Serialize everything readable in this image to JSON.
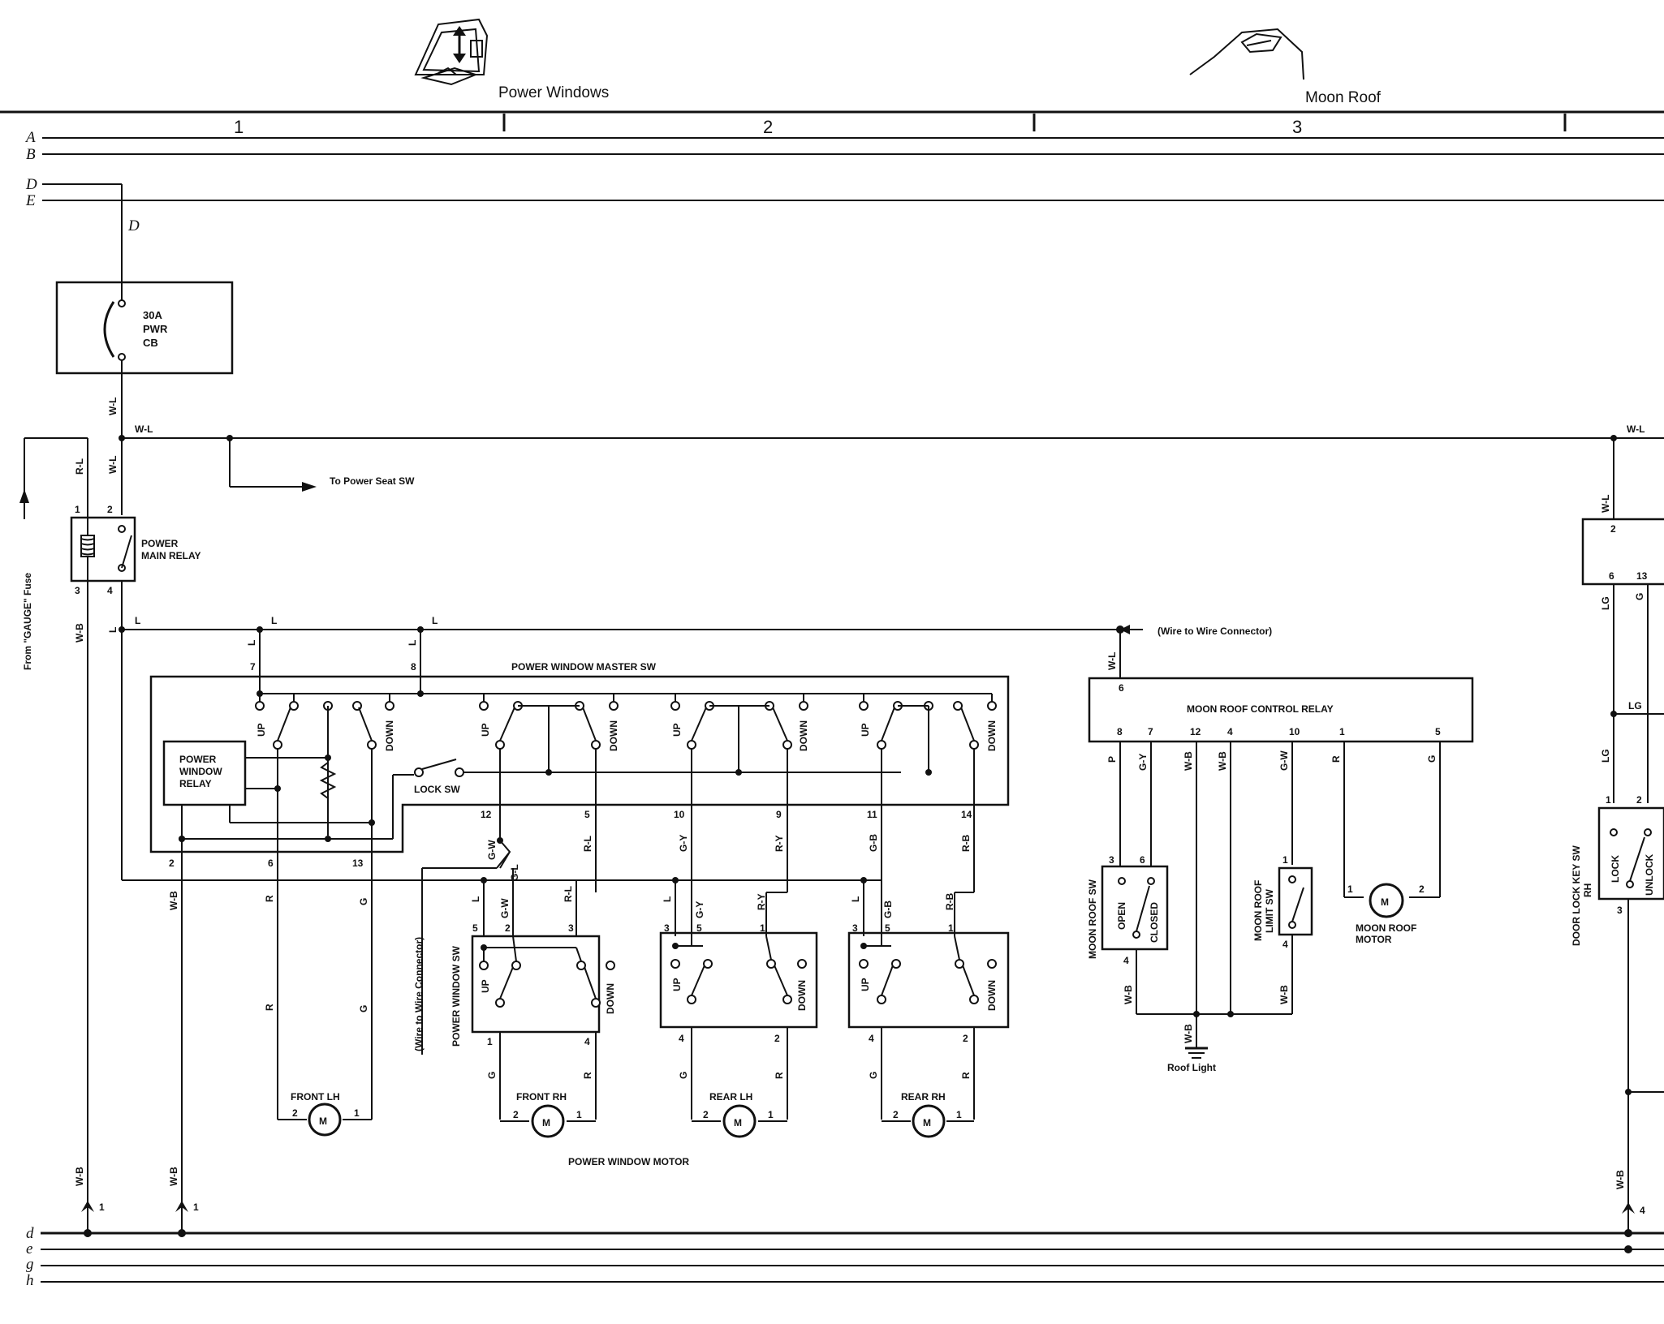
{
  "header": {
    "power_windows": "Power Windows",
    "moon_roof": "Moon Roof",
    "zones": [
      "1",
      "2",
      "3"
    ]
  },
  "buses": {
    "upper": [
      "A",
      "B",
      "D",
      "E"
    ],
    "lower": [
      "d",
      "e",
      "g",
      "h"
    ],
    "d_tap": "D"
  },
  "breaker": {
    "line1": "30A",
    "line2": "PWR",
    "line3": "CB"
  },
  "main_relay": {
    "line1": "POWER",
    "line2": "MAIN RELAY",
    "pins": [
      "1",
      "2",
      "3",
      "4"
    ]
  },
  "wires": {
    "wl": "W-L",
    "rl": "R-L",
    "wb": "W-B",
    "l": "L",
    "r": "R",
    "g": "G",
    "gw": "G-W",
    "gl": "G-L",
    "gy": "G-Y",
    "ry": "R-Y",
    "gb": "G-B",
    "rb": "R-B",
    "p": "P",
    "lg": "LG"
  },
  "labels": {
    "to_power_seat": "To Power Seat SW",
    "from_gauge": "From \"GAUGE\" Fuse",
    "wire_connector_top": "(Wire to Wire Connector)",
    "wire_connector_side": "(Wire to Wire Connector)",
    "master_sw": "POWER WINDOW MASTER SW",
    "pw_relay": [
      "POWER",
      "WINDOW",
      "RELAY"
    ],
    "lock_sw": "LOCK SW",
    "up": "UP",
    "down": "DOWN",
    "pw_sw": "POWER WINDOW SW",
    "motor_caption": "POWER WINDOW MOTOR",
    "m": "M"
  },
  "motors": [
    "FRONT LH",
    "FRONT RH",
    "REAR LH",
    "REAR RH"
  ],
  "master_pins": [
    "7",
    "8",
    "2",
    "6",
    "13",
    "12",
    "5",
    "10",
    "9",
    "11",
    "14"
  ],
  "sw_pins": [
    "5",
    "2",
    "3",
    "1",
    "4"
  ],
  "motor_pins": [
    "2",
    "1"
  ],
  "ground_pins": [
    "1",
    "1",
    "4"
  ],
  "moonroof": {
    "relay": "MOON ROOF CONTROL RELAY",
    "relay_pins": [
      "6",
      "8",
      "7",
      "12",
      "4",
      "10",
      "1",
      "5"
    ],
    "sw": "MOON ROOF SW",
    "open": "OPEN",
    "closed": "CLOSED",
    "sw_pins": [
      "3",
      "6",
      "4"
    ],
    "limit_sw": [
      "MOON ROOF",
      "LIMIT SW"
    ],
    "limit_pins": [
      "1",
      "4"
    ],
    "motor": [
      "MOON ROOF",
      "MOTOR"
    ],
    "motor_pins": [
      "1",
      "2"
    ],
    "roof_light": "Roof Light"
  },
  "door_lock": {
    "name": [
      "DOOR LOCK KEY SW",
      "RH"
    ],
    "lock": "LOCK",
    "unlock": "UNLOCK",
    "pins": [
      "1",
      "2",
      "3",
      "2",
      "6",
      "13"
    ]
  }
}
